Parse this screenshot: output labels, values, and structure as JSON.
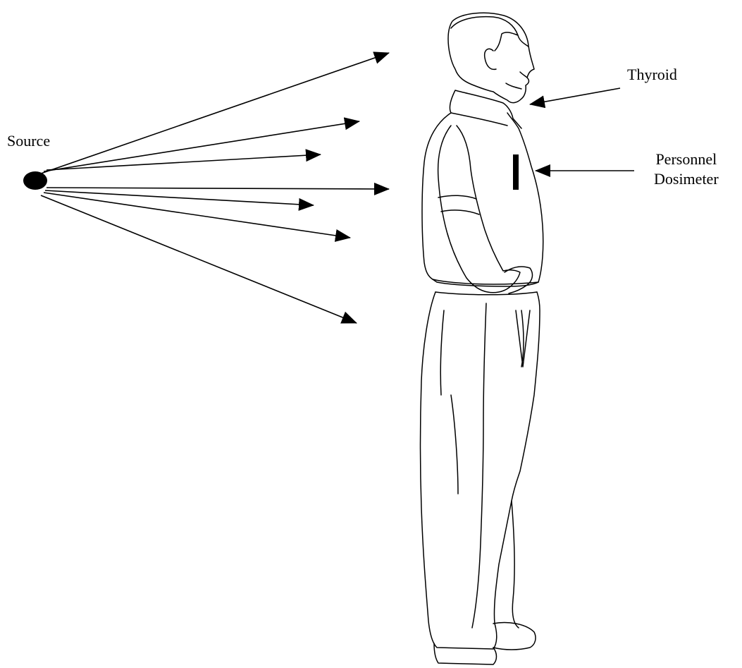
{
  "labels": {
    "source": "Source",
    "thyroid": "Thyroid",
    "dosimeter_line1": "Personnel",
    "dosimeter_line2": "Dosimeter"
  },
  "colors": {
    "ink": "#000000",
    "background": "#ffffff"
  },
  "figure": {
    "subject": "standing-man-outline",
    "radiation_ray_count": 7
  }
}
